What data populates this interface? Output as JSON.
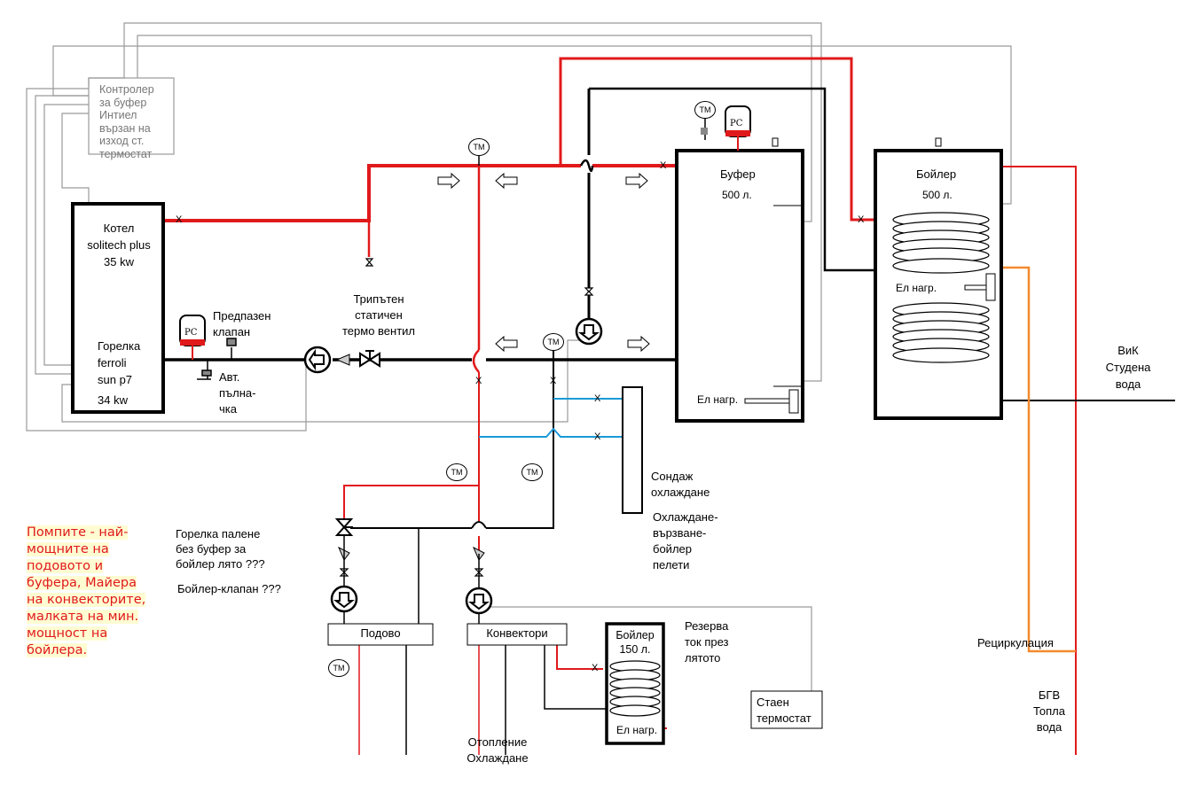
{
  "colors": {
    "supply": "#e0191b",
    "return": "#000000",
    "control": "#9a9a9a",
    "cooling": "#1a9ad6",
    "recirculation": "#f28a2e",
    "note_highlight": "#fffcd2"
  },
  "labels": {
    "controller": "Контролер\nза буфер\nИнтиел\nвързан на\nизход ст.\nтермостат",
    "boiler_unit": "Котел\nsolitech plus\n35 kw",
    "burner": "Горелка\nferroli\nsun p7",
    "burner_power": "34 kw",
    "safety_valve": "Предпазен\nклапан",
    "auto_fill": "Авт.\nпълна-\nчка",
    "three_way_valve": "Трипътен\nстатичен\nтермо вентил",
    "buffer": "Буфер",
    "buffer_volume": "500 л.",
    "buffer_heater": "Ел нагр.",
    "dhw_tank": "Бойлер",
    "dhw_volume": "500 л.",
    "dhw_heater": "Ел нагр.",
    "cold_water": "ВиК\nСтудена\nвода",
    "probe_cooling": "Сондаж\nохлаждане",
    "cooling_pellet": "Охлаждане-\nвързване-\nбойлер\nпелети",
    "burner_question": "Горелка палене\nбез буфер за\nбойлер лято ???",
    "boiler_valve_question": "Бойлер-клапан ???",
    "floor": "Подово",
    "convectors": "Конвектори",
    "small_boiler": "Бойлер\n150 л.",
    "small_heater": "Ел нагр.",
    "reserve": "Резерва\nток през\nлятото",
    "room_thermostat": "Стаен\nтермостат",
    "recirculation": "Рециркулация",
    "hot_water": "БГВ\nТопла\nвода",
    "heating_cooling": "Отопление\nОхлаждане",
    "pump_note": "Помпите - най-\nмощните на\nподовото и\nбуфера, Майера\nна конвекторите,\nмалката на мин.\nмощност на\nбойлера.",
    "tm": "TM",
    "pc": "PC",
    "x": "X"
  }
}
